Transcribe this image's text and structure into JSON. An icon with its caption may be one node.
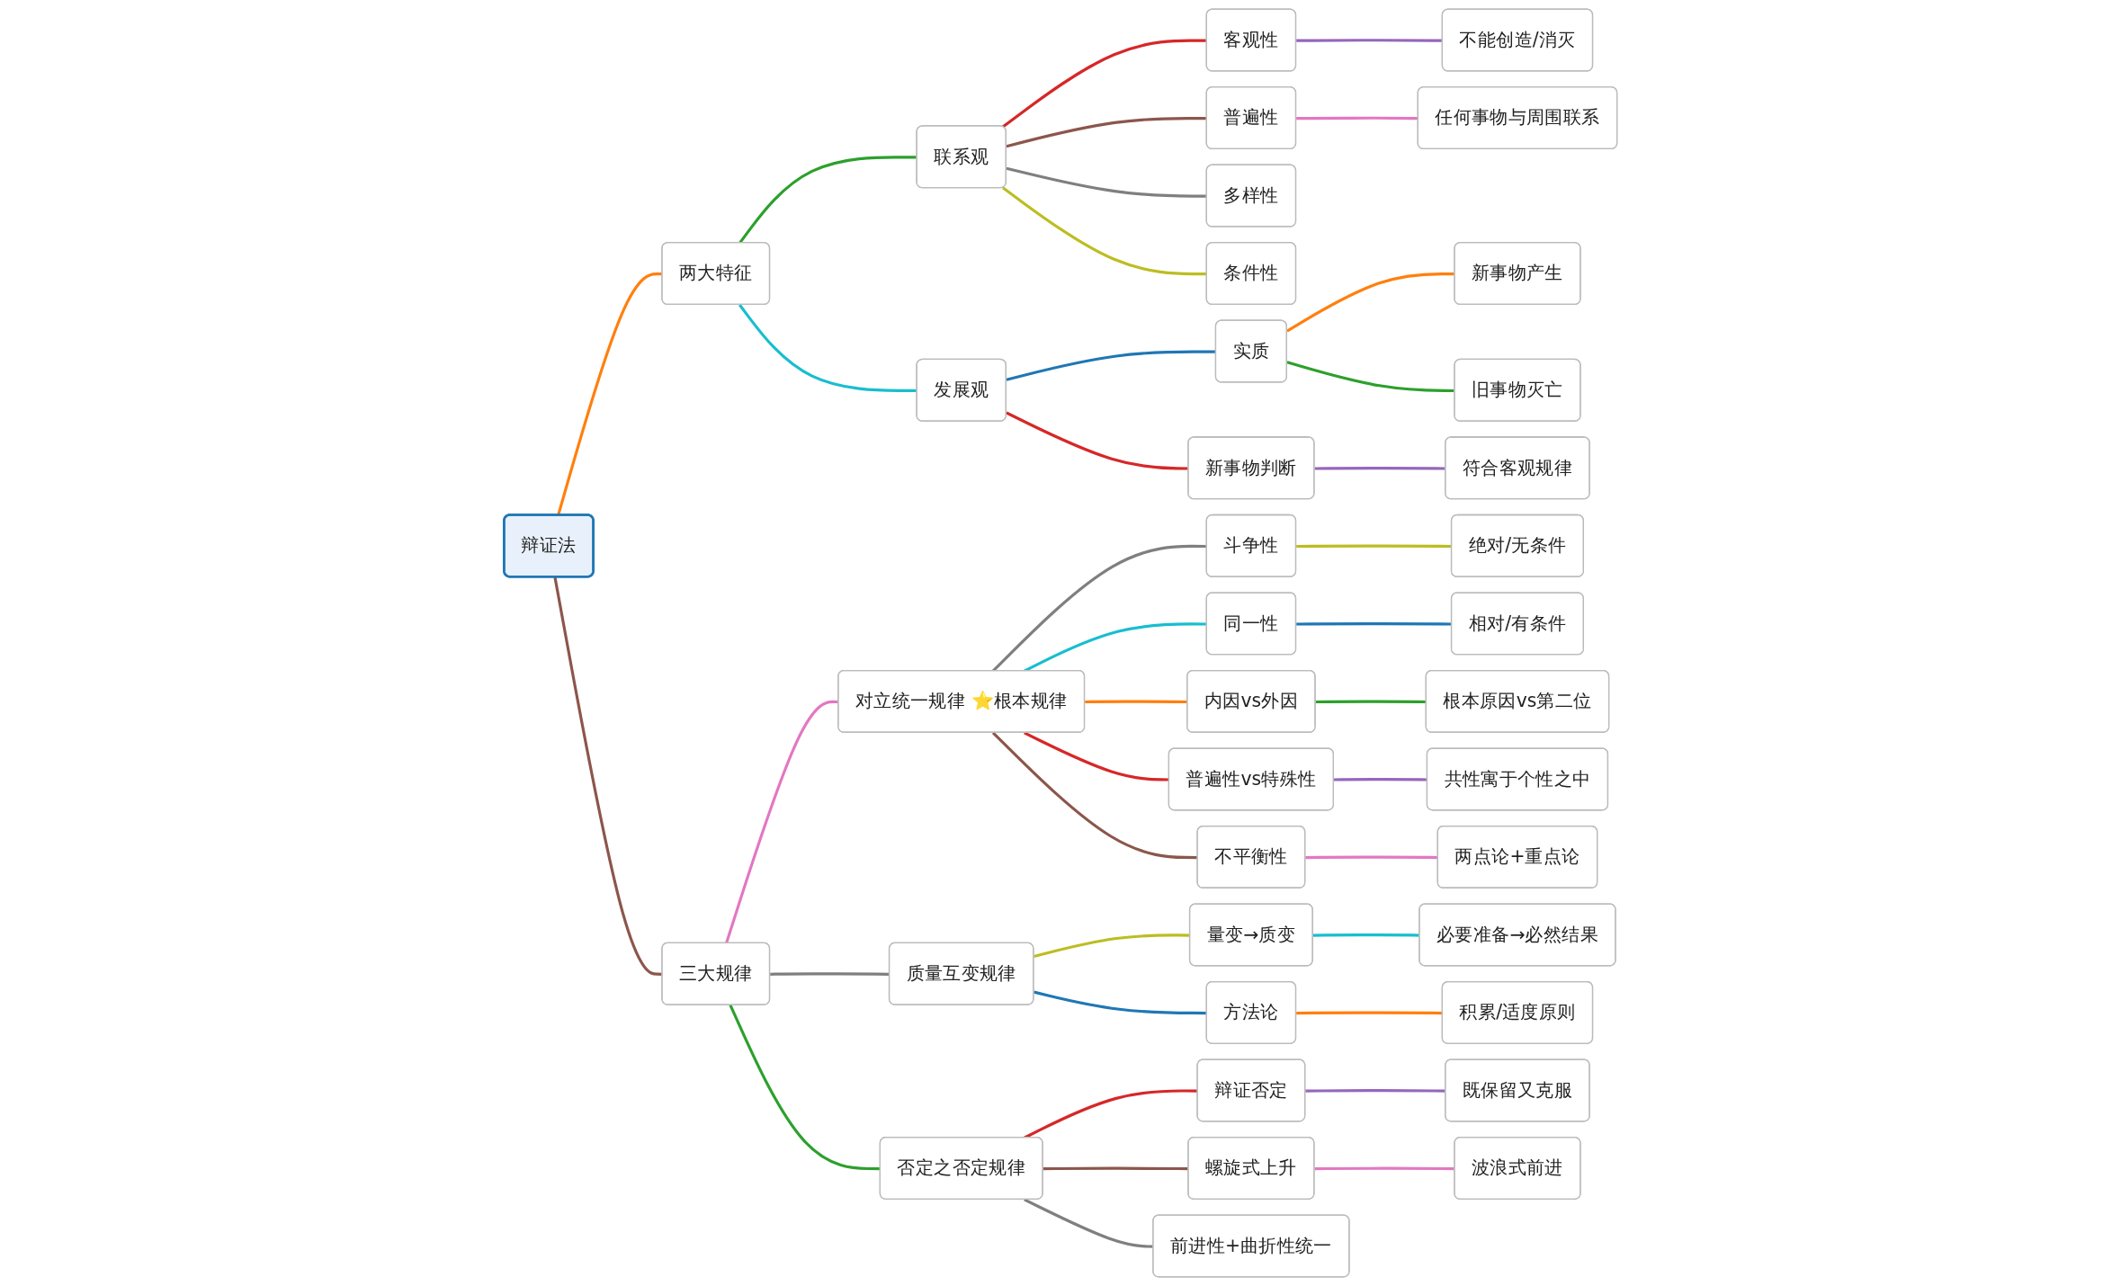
{
  "diagram": {
    "nodes": [
      {
        "text": [
          "辩证法"
        ]
      },
      {
        "text": [
          "两大特征"
        ]
      },
      {
        "text": [
          "联系观"
        ]
      },
      {
        "text": [
          "客观性"
        ]
      },
      {
        "text": [
          "不能创造/消灭"
        ]
      },
      {
        "text": [
          "普遍性"
        ]
      },
      {
        "text": [
          "任何事物与周围联系"
        ]
      },
      {
        "text": [
          "多样性"
        ]
      },
      {
        "text": [
          "条件性"
        ]
      },
      {
        "text": [
          "发展观"
        ]
      },
      {
        "text": [
          "实质"
        ]
      },
      {
        "text": [
          "新事物产生"
        ]
      },
      {
        "text": [
          "旧事物灭亡"
        ]
      },
      {
        "text": [
          "新事物判断"
        ]
      },
      {
        "text": [
          "符合客观规律"
        ]
      },
      {
        "text": [
          "三大规律"
        ]
      },
      {
        "text": [
          "对立统一规律 ⭐根本规律"
        ]
      },
      {
        "text": [
          "斗争性"
        ]
      },
      {
        "text": [
          "绝对/无条件"
        ]
      },
      {
        "text": [
          "同一性"
        ]
      },
      {
        "text": [
          "相对/有条件"
        ]
      },
      {
        "text": [
          "内因vs外因"
        ]
      },
      {
        "text": [
          "根本原因vs第二位"
        ]
      },
      {
        "text": [
          "普遍性vs特殊性"
        ]
      },
      {
        "text": [
          "共性寓于个性之中"
        ]
      },
      {
        "text": [
          "不平衡性"
        ]
      },
      {
        "text": [
          "两点论+重点论"
        ]
      },
      {
        "text": [
          "质量互变规律"
        ]
      },
      {
        "text": [
          "量变→质变"
        ]
      },
      {
        "text": [
          "必要准备→必然结果"
        ]
      },
      {
        "text": [
          "方法论"
        ]
      },
      {
        "text": [
          "积累/适度原则"
        ]
      },
      {
        "text": [
          "否定之否定规律"
        ]
      },
      {
        "text": [
          "辩证否定"
        ]
      },
      {
        "text": [
          "既保留又克服"
        ]
      },
      {
        "text": [
          "螺旋式上升"
        ]
      },
      {
        "text": [
          "波浪式前进"
        ]
      },
      {
        "text": [
          "前进性+曲折性统一"
        ]
      }
    ],
    "edges": [
      {
        "from": 0,
        "to": 1,
        "arrow": "none",
        "color": "#ff7f0e"
      },
      {
        "from": 1,
        "to": 2,
        "arrow": "none",
        "color": "#2ca02c"
      },
      {
        "from": 2,
        "to": 3,
        "arrow": "none",
        "color": "#d62728"
      },
      {
        "from": 3,
        "to": 4,
        "arrow": "none",
        "color": "#9467bd"
      },
      {
        "from": 2,
        "to": 5,
        "arrow": "none",
        "color": "#8c564b"
      },
      {
        "from": 5,
        "to": 6,
        "arrow": "none",
        "color": "#e377c2"
      },
      {
        "from": 2,
        "to": 7,
        "arrow": "none",
        "color": "#7f7f7f"
      },
      {
        "from": 2,
        "to": 8,
        "arrow": "none",
        "color": "#bcbd22"
      },
      {
        "from": 1,
        "to": 9,
        "arrow": "none",
        "color": "#17becf"
      },
      {
        "from": 9,
        "to": 10,
        "arrow": "none",
        "color": "#1f77b4"
      },
      {
        "from": 10,
        "to": 11,
        "arrow": "none",
        "color": "#ff7f0e"
      },
      {
        "from": 10,
        "to": 12,
        "arrow": "none",
        "color": "#2ca02c"
      },
      {
        "from": 9,
        "to": 13,
        "arrow": "none",
        "color": "#d62728"
      },
      {
        "from": 13,
        "to": 14,
        "arrow": "none",
        "color": "#9467bd"
      },
      {
        "from": 0,
        "to": 15,
        "arrow": "none",
        "color": "#8c564b"
      },
      {
        "from": 15,
        "to": 16,
        "arrow": "none",
        "color": "#e377c2"
      },
      {
        "from": 16,
        "to": 17,
        "arrow": "none",
        "color": "#7f7f7f"
      },
      {
        "from": 17,
        "to": 18,
        "arrow": "none",
        "color": "#bcbd22"
      },
      {
        "from": 16,
        "to": 19,
        "arrow": "none",
        "color": "#17becf"
      },
      {
        "from": 19,
        "to": 20,
        "arrow": "none",
        "color": "#1f77b4"
      },
      {
        "from": 16,
        "to": 21,
        "arrow": "none",
        "color": "#ff7f0e"
      },
      {
        "from": 21,
        "to": 22,
        "arrow": "none",
        "color": "#2ca02c"
      },
      {
        "from": 16,
        "to": 23,
        "arrow": "none",
        "color": "#d62728"
      },
      {
        "from": 23,
        "to": 24,
        "arrow": "none",
        "color": "#9467bd"
      },
      {
        "from": 16,
        "to": 25,
        "arrow": "none",
        "color": "#8c564b"
      },
      {
        "from": 25,
        "to": 26,
        "arrow": "none",
        "color": "#e377c2"
      },
      {
        "from": 15,
        "to": 27,
        "arrow": "none",
        "color": "#7f7f7f"
      },
      {
        "from": 27,
        "to": 28,
        "arrow": "none",
        "color": "#bcbd22"
      },
      {
        "from": 28,
        "to": 29,
        "arrow": "none",
        "color": "#17becf"
      },
      {
        "from": 27,
        "to": 30,
        "arrow": "none",
        "color": "#1f77b4"
      },
      {
        "from": 30,
        "to": 31,
        "arrow": "none",
        "color": "#ff7f0e"
      },
      {
        "from": 15,
        "to": 32,
        "arrow": "none",
        "color": "#2ca02c"
      },
      {
        "from": 32,
        "to": 33,
        "arrow": "none",
        "color": "#d62728"
      },
      {
        "from": 33,
        "to": 34,
        "arrow": "none",
        "color": "#9467bd"
      },
      {
        "from": 32,
        "to": 35,
        "arrow": "none",
        "color": "#8c564b"
      },
      {
        "from": 35,
        "to": 36,
        "arrow": "none",
        "color": "#e377c2"
      },
      {
        "from": 32,
        "to": 37,
        "arrow": "none",
        "color": "#7f7f7f"
      }
    ]
  }
}
